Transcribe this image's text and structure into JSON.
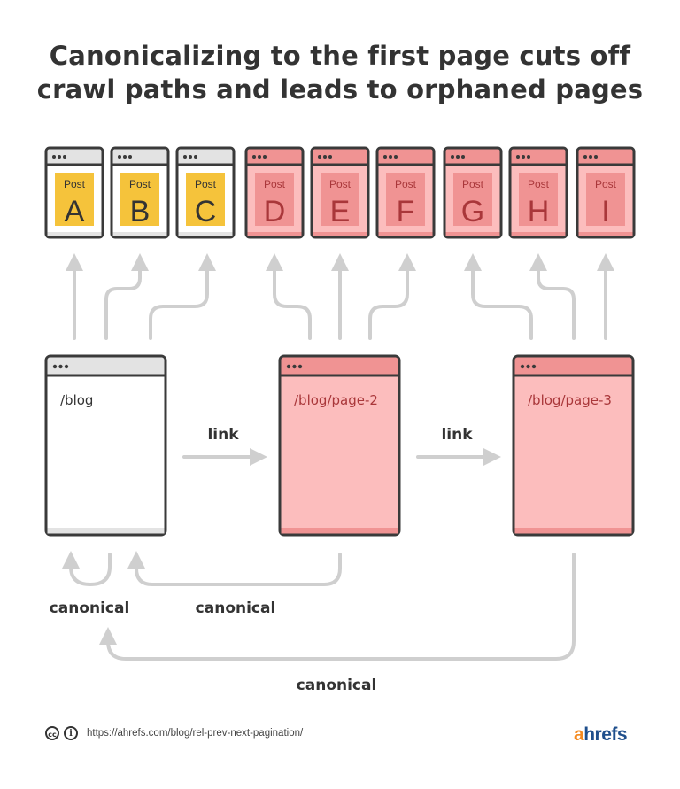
{
  "title": {
    "line1": "Canonicalizing to the first page cuts off",
    "line2": "crawl paths and leads to orphaned pages"
  },
  "posts": [
    {
      "word": "Post",
      "letter": "A",
      "status": "linked"
    },
    {
      "word": "Post",
      "letter": "B",
      "status": "linked"
    },
    {
      "word": "Post",
      "letter": "C",
      "status": "linked"
    },
    {
      "word": "Post",
      "letter": "D",
      "status": "orphaned"
    },
    {
      "word": "Post",
      "letter": "E",
      "status": "orphaned"
    },
    {
      "word": "Post",
      "letter": "F",
      "status": "orphaned"
    },
    {
      "word": "Post",
      "letter": "G",
      "status": "orphaned"
    },
    {
      "word": "Post",
      "letter": "H",
      "status": "orphaned"
    },
    {
      "word": "Post",
      "letter": "I",
      "status": "orphaned"
    }
  ],
  "pages": [
    {
      "path": "/blog",
      "status": "linked"
    },
    {
      "path": "/blog/page-2",
      "status": "orphaned"
    },
    {
      "path": "/blog/page-3",
      "status": "orphaned"
    }
  ],
  "labels": {
    "link_1": "link",
    "link_2": "link",
    "canonical_1": "canonical",
    "canonical_2": "canonical",
    "canonical_3": "canonical"
  },
  "footer": {
    "cc_icon": "cc-icon",
    "info_icon": "info-icon",
    "url": "https://ahrefs.com/blog/rel-prev-next-pagination/",
    "brand_a": "a",
    "brand_rest": "hrefs"
  },
  "colors": {
    "linked_post": "#f5c33b",
    "orphaned_body": "#fcbdbd",
    "orphaned_bar": "#f09393",
    "orphaned_text": "#a9373a",
    "arrow": "#cfcfcf",
    "outline": "#3a3a3a"
  }
}
